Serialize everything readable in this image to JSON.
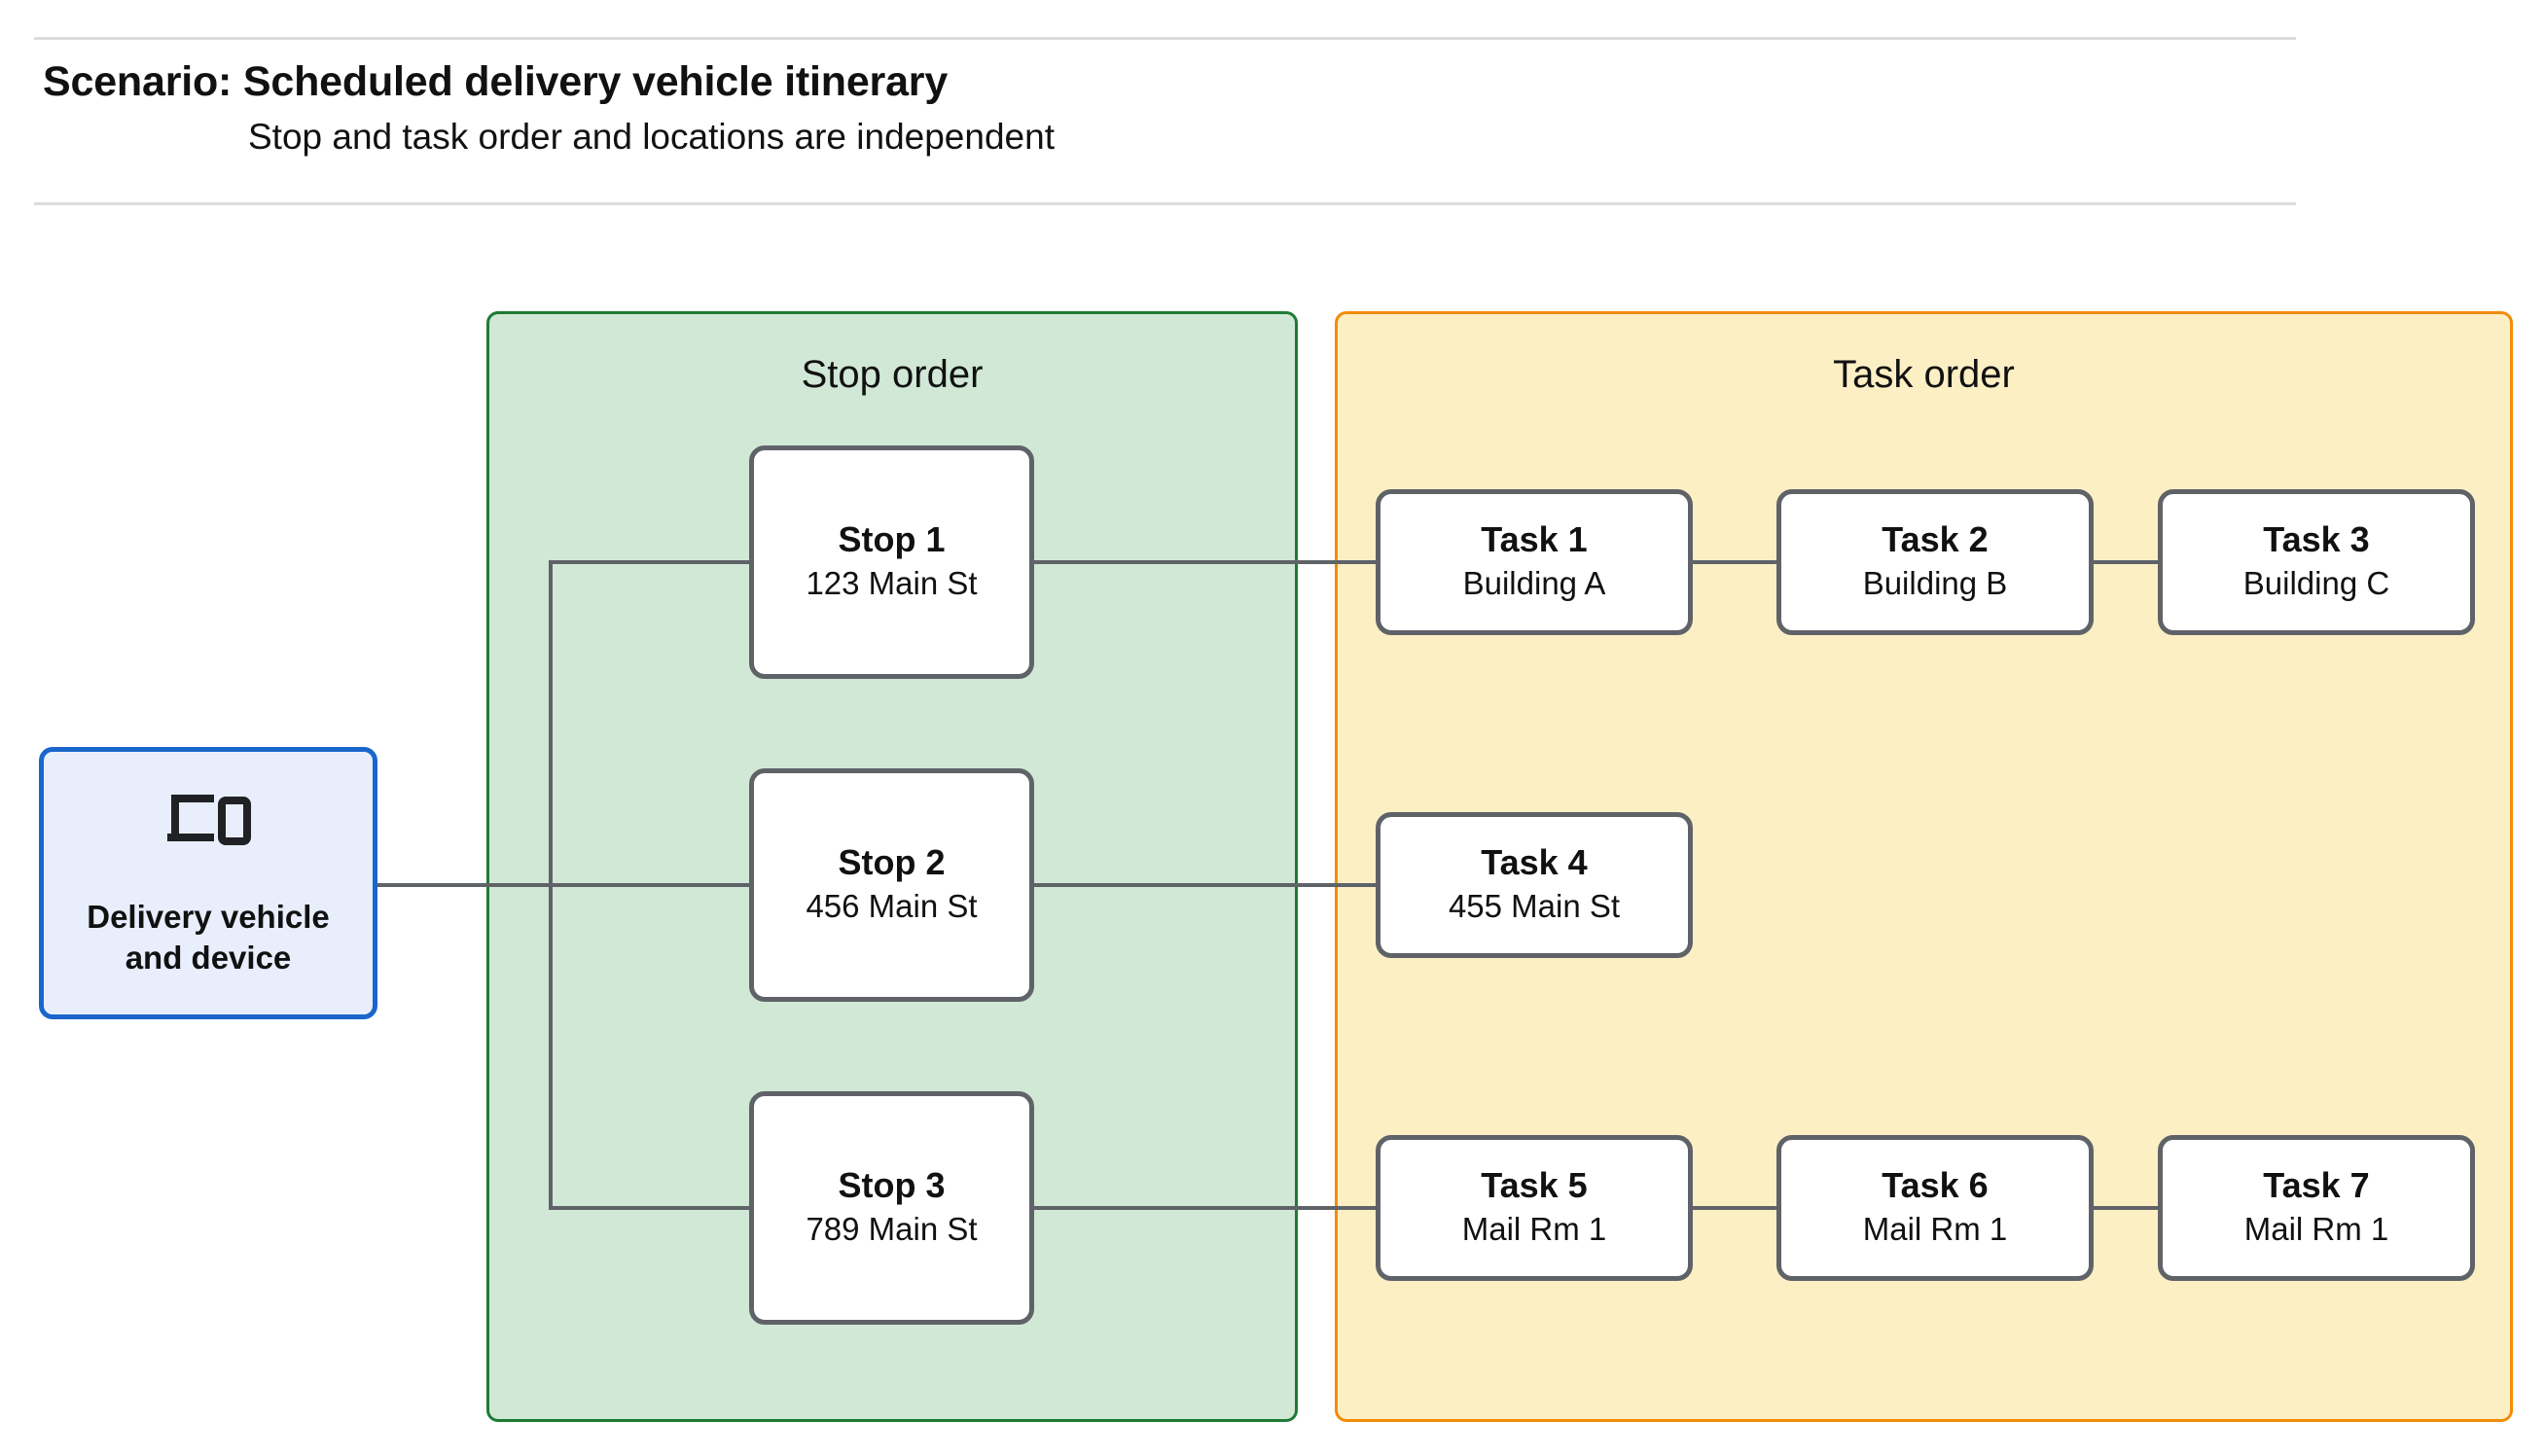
{
  "header": {
    "title": "Scenario: Scheduled delivery vehicle itinerary",
    "subtitle": "Stop and task order and locations are independent"
  },
  "colors": {
    "stop_group_fill": "#d0e8d5",
    "stop_group_border": "#1e7b34",
    "task_group_fill": "#fcefc4",
    "task_group_border": "#f28c0a",
    "vehicle_fill": "#e8eefc",
    "vehicle_border": "#1a66cc",
    "node_border": "#5f6368",
    "edge": "#5f6368",
    "rule": "#dcdcdc"
  },
  "vehicle": {
    "icon": "devices-icon",
    "label": "Delivery vehicle\nand device"
  },
  "stop_group": {
    "title": "Stop order",
    "nodes": [
      {
        "title": "Stop 1",
        "subtitle": "123 Main St"
      },
      {
        "title": "Stop 2",
        "subtitle": "456 Main St"
      },
      {
        "title": "Stop 3",
        "subtitle": "789 Main St"
      }
    ]
  },
  "task_group": {
    "title": "Task order",
    "nodes": [
      {
        "title": "Task 1",
        "subtitle": "Building A"
      },
      {
        "title": "Task 2",
        "subtitle": "Building B"
      },
      {
        "title": "Task 3",
        "subtitle": "Building C"
      },
      {
        "title": "Task 4",
        "subtitle": "455 Main St"
      },
      {
        "title": "Task 5",
        "subtitle": "Mail Rm 1"
      },
      {
        "title": "Task 6",
        "subtitle": "Mail Rm 1"
      },
      {
        "title": "Task 7",
        "subtitle": "Mail Rm 1"
      }
    ]
  }
}
